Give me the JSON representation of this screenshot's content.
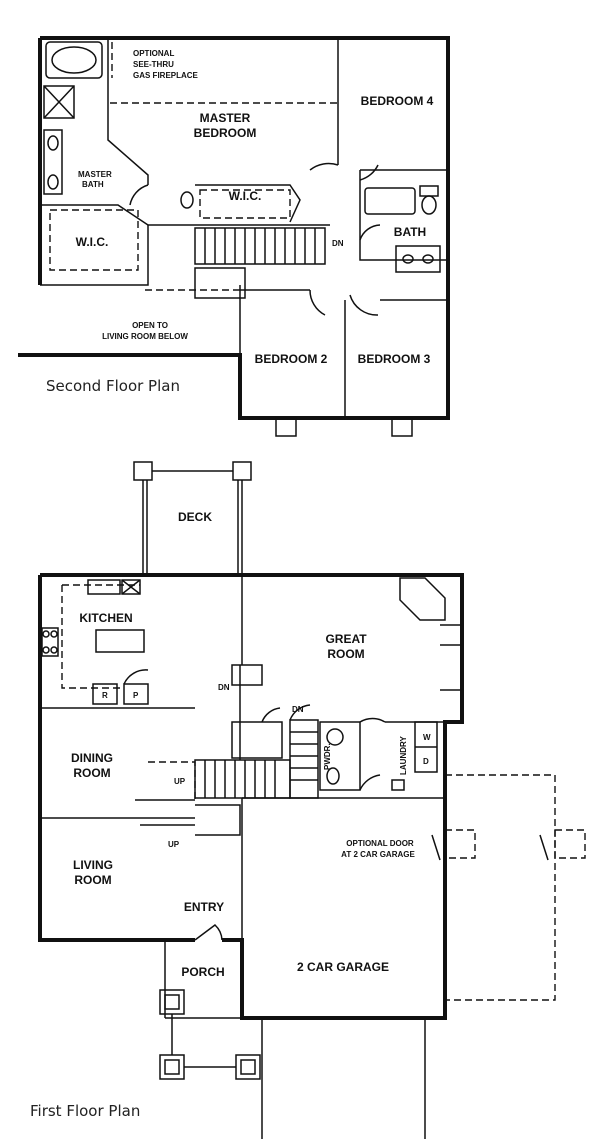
{
  "second_floor": {
    "caption": "Second Floor Plan",
    "rooms": {
      "fireplace_note": [
        "OPTIONAL",
        "SEE-THRU",
        "GAS FIREPLACE"
      ],
      "master_bedroom": [
        "MASTER",
        "BEDROOM"
      ],
      "bedroom4": "BEDROOM 4",
      "master_bath": [
        "MASTER",
        "BATH"
      ],
      "wic_center": "W.I.C.",
      "wic_left": "W.I.C.",
      "bath": "BATH",
      "dn": "DN",
      "open_to": [
        "OPEN TO",
        "LIVING ROOM BELOW"
      ],
      "bedroom2": "BEDROOM 2",
      "bedroom3": "BEDROOM 3"
    }
  },
  "first_floor": {
    "caption": "First Floor Plan",
    "rooms": {
      "deck": "DECK",
      "kitchen": "KITCHEN",
      "great_room": [
        "GREAT",
        "ROOM"
      ],
      "range": "R",
      "pantry": "P",
      "dn_left": "DN",
      "dn_stair": "DN",
      "dining": [
        "DINING",
        "ROOM"
      ],
      "up_left": "UP",
      "powder": "PWDR.",
      "laundry": "LAUNDRY",
      "washer": "W",
      "dryer": "D",
      "optional_door": [
        "OPTIONAL DOOR",
        "AT 2 CAR GARAGE"
      ],
      "up_lower": "UP",
      "living": [
        "LIVING",
        "ROOM"
      ],
      "entry": "ENTRY",
      "porch": "PORCH",
      "garage": "2 CAR GARAGE"
    }
  }
}
